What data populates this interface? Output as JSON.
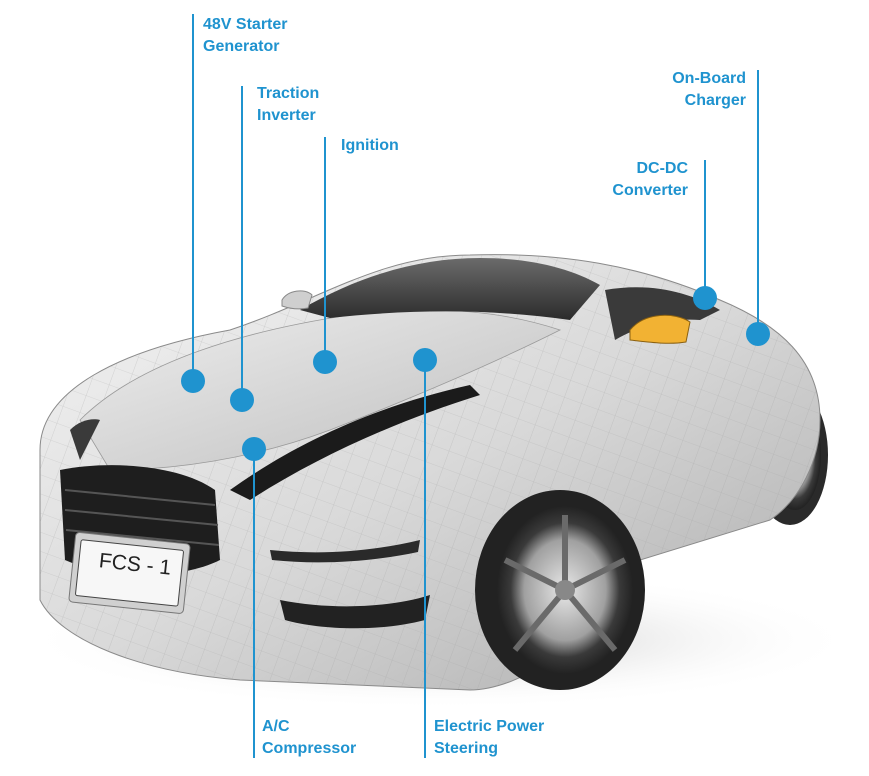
{
  "colors": {
    "accent": "#1f93cf",
    "background": "#ffffff"
  },
  "plate_text": "FCS - 1",
  "callouts": [
    {
      "id": "starter-generator",
      "lines": [
        "48V Starter",
        "Generator"
      ]
    },
    {
      "id": "traction-inverter",
      "lines": [
        "Traction",
        "Inverter"
      ]
    },
    {
      "id": "ignition",
      "lines": [
        "Ignition"
      ]
    },
    {
      "id": "dc-dc-converter",
      "lines": [
        "DC-DC",
        "Converter"
      ]
    },
    {
      "id": "on-board-charger",
      "lines": [
        "On-Board",
        "Charger"
      ]
    },
    {
      "id": "ac-compressor",
      "lines": [
        "A/C",
        "Compressor"
      ]
    },
    {
      "id": "electric-power-steering",
      "lines": [
        "Electric Power",
        "Steering"
      ]
    }
  ]
}
